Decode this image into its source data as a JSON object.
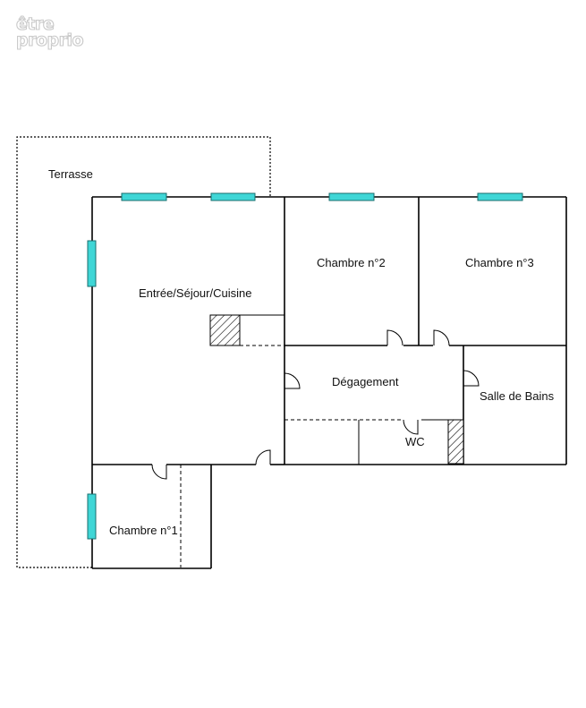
{
  "watermark": {
    "line1": "être",
    "line2": "proprio"
  },
  "rooms": {
    "terrasse": "Terrasse",
    "sejour": "Entrée/Séjour/Cuisine",
    "chambre2": "Chambre n°2",
    "chambre3": "Chambre n°3",
    "degagement": "Dégagement",
    "salle_de_bains": "Salle de Bains",
    "wc": "WC",
    "chambre1": "Chambre n°1"
  },
  "colors": {
    "window": "#3fd6d6",
    "wall": "#000000",
    "background": "#ffffff"
  }
}
